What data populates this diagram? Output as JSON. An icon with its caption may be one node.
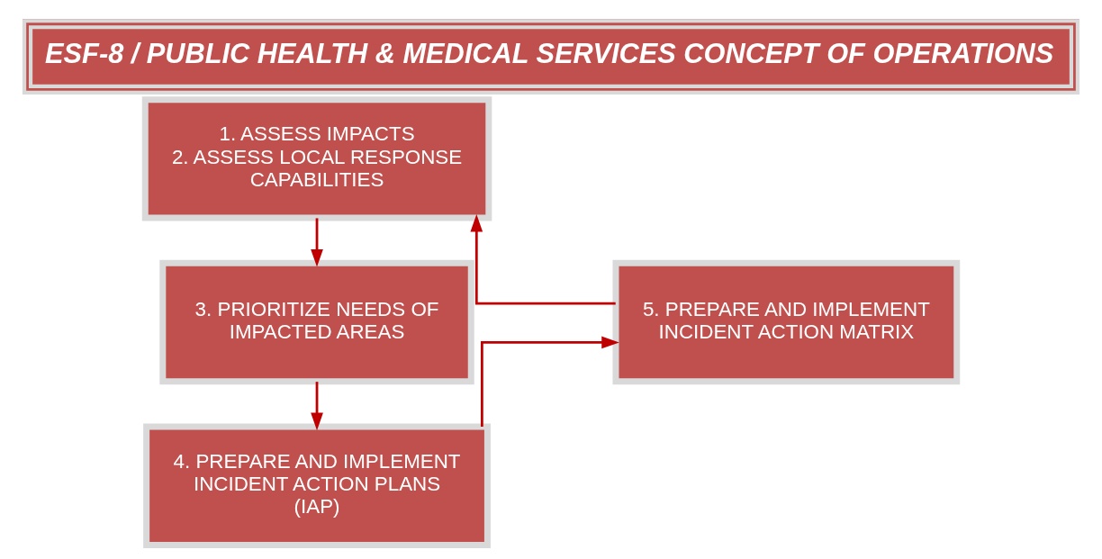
{
  "diagram": {
    "title": "ESF-8 / PUBLIC HEALTH & MEDICAL SERVICES CONCEPT OF OPERATIONS",
    "nodes": [
      {
        "text": [
          "1. ASSESS IMPACTS",
          "2. ASSESS LOCAL RESPONSE CAPABILITIES"
        ]
      },
      {
        "text": [
          "3. PRIORITIZE NEEDS OF IMPACTED AREAS"
        ]
      },
      {
        "text": [
          "4. PREPARE AND IMPLEMENT INCIDENT ACTION PLANS (IAP)"
        ]
      },
      {
        "text": [
          "5. PREPARE AND IMPLEMENT INCIDENT ACTION MATRIX"
        ]
      }
    ],
    "edges": [
      {
        "from": 0,
        "to": 1,
        "arrow": "to"
      },
      {
        "from": 1,
        "to": 2,
        "arrow": "to"
      },
      {
        "from": 2,
        "to": 3,
        "arrow": "to"
      },
      {
        "from": 3,
        "to": 0,
        "arrow": "to"
      }
    ]
  }
}
